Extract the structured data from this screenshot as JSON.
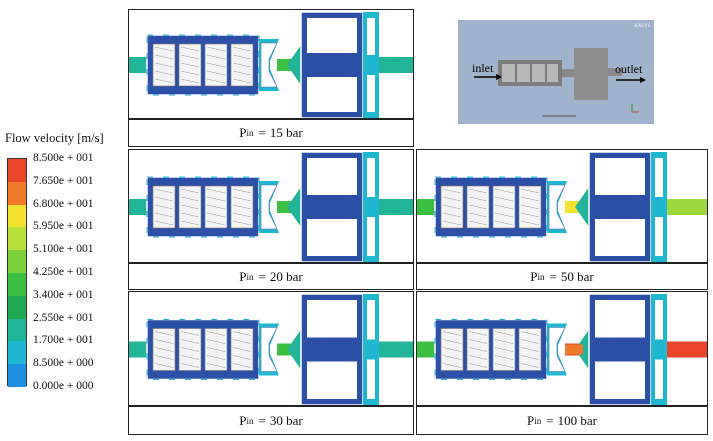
{
  "legend": {
    "title": "Flow velocity [m/s]",
    "entries": [
      {
        "label": "8.500e + 001",
        "color": "#e8452a"
      },
      {
        "label": "7.650e + 001",
        "color": "#f07a2a"
      },
      {
        "label": "6.800e + 001",
        "color": "#f2e12e"
      },
      {
        "label": "5.950e + 001",
        "color": "#b7e03a"
      },
      {
        "label": "5.100e + 001",
        "color": "#7dd23c"
      },
      {
        "label": "4.250e + 001",
        "color": "#3cc043"
      },
      {
        "label": "3.400e + 001",
        "color": "#1faa52"
      },
      {
        "label": "2.550e + 001",
        "color": "#22b59a"
      },
      {
        "label": "1.700e + 001",
        "color": "#1fb7d1"
      },
      {
        "label": "8.500e + 000",
        "color": "#1d8fe0"
      },
      {
        "label": "0.000e + 000",
        "color": "#2c50a8"
      }
    ]
  },
  "panels": [
    {
      "id": "p15",
      "sub": "in",
      "pre": "P",
      "eq": "=",
      "value": "15 bar"
    },
    {
      "id": "p20",
      "sub": "in",
      "pre": "P",
      "eq": "=",
      "value": "20 bar"
    },
    {
      "id": "p50",
      "sub": "in",
      "pre": "P",
      "eq": "=",
      "value": "50 bar"
    },
    {
      "id": "p30",
      "sub": "in",
      "pre": "P",
      "eq": "=",
      "value": "30 bar"
    },
    {
      "id": "p100",
      "sub": "in",
      "pre": "P",
      "eq": "=",
      "value": "100 bar"
    }
  ],
  "inset": {
    "inlet": "inlet",
    "outlet": "outlet",
    "logo": "ANSYS"
  },
  "colors": {
    "low": "#2c50a8",
    "mid": "#1fb7d1",
    "teal": "#22b59a",
    "green": "#3cc043",
    "yellow": "#f2e12e",
    "orange": "#f07a2a",
    "red": "#e8452a"
  }
}
